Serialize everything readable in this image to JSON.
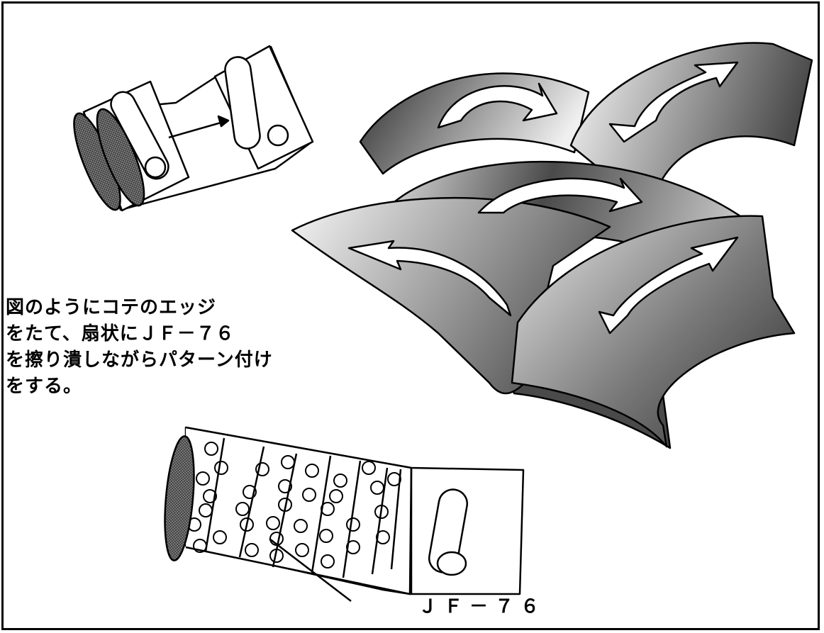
{
  "instruction": {
    "lines": [
      "図のようにコテのエッジ",
      "をたて、扇状にＪＦ－７６",
      "を擦り潰しながらパターン付け",
      "をする。"
    ]
  },
  "product_label": "ＪＦ－７６",
  "colors": {
    "ink": "#000000",
    "fan_dark": "#3a3a3a",
    "fan_light": "#f4f4f4",
    "trowel_edge": "#6e6e6e"
  },
  "icons": [
    "trowel-icon",
    "arrow-icon",
    "fan-pattern-icon"
  ]
}
